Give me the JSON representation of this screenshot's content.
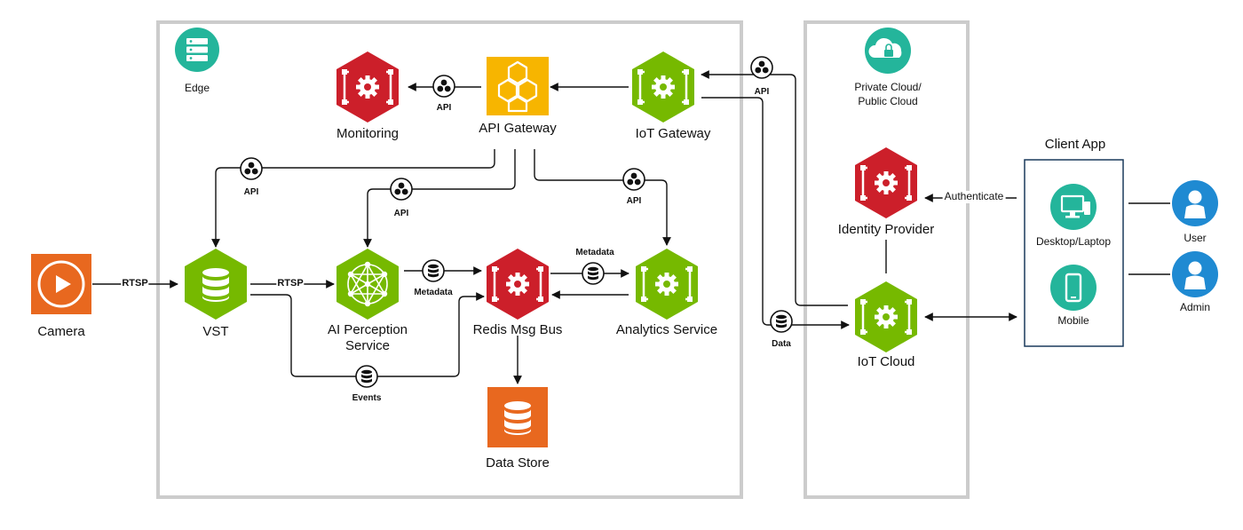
{
  "zones": {
    "edge": "Edge",
    "cloud_line1": "Private Cloud/",
    "cloud_line2": "Public Cloud",
    "client_app": "Client App"
  },
  "nodes": {
    "camera": "Camera",
    "vst": "VST",
    "ai_perception_line1": "AI Perception",
    "ai_perception_line2": "Service",
    "redis": "Redis Msg Bus",
    "analytics": "Analytics Service",
    "data_store": "Data Store",
    "monitoring": "Monitoring",
    "api_gateway": "API Gateway",
    "iot_gateway": "IoT Gateway",
    "identity_provider": "Identity Provider",
    "iot_cloud": "IoT Cloud",
    "desktop": "Desktop/Laptop",
    "mobile": "Mobile",
    "user": "User",
    "admin": "Admin"
  },
  "edge_labels": {
    "rtsp_camera_vst": "RTSP",
    "rtsp_vst_ai": "RTSP",
    "api_monitoring": "API",
    "api_vst": "API",
    "api_ai": "API",
    "api_analytics": "API",
    "api_cloud": "API",
    "metadata_ai": "Metadata",
    "metadata_analytics": "Metadata",
    "events": "Events",
    "data": "Data",
    "authenticate": "Authenticate"
  },
  "colors": {
    "green": "#76b900",
    "red": "#cc1f2a",
    "orange": "#e8681f",
    "yellow": "#f7b500",
    "teal": "#24b59b",
    "blue": "#1f8ad2",
    "zone_border": "#cccccc",
    "line": "#111111"
  }
}
